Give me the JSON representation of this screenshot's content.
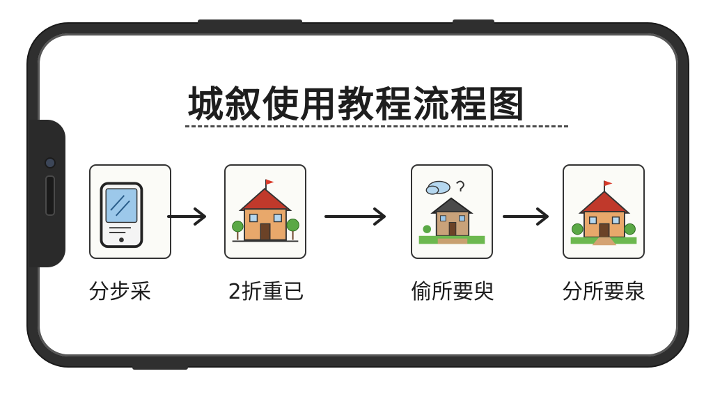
{
  "title": "城叙使用教程流程图",
  "steps": [
    {
      "label": "分步采",
      "icon": "phone-icon"
    },
    {
      "label": "2折重已",
      "icon": "house-icon"
    },
    {
      "label": "偷所要臾",
      "icon": "house-cloud-icon"
    },
    {
      "label": "分所要泉",
      "icon": "house-garden-icon"
    }
  ],
  "colors": {
    "frame": "#2f2f2f",
    "ink": "#1e1e1e",
    "roof": "#c0392b",
    "wall": "#e8a86b",
    "tree": "#5aa845",
    "screen": "#9cc8ea"
  }
}
